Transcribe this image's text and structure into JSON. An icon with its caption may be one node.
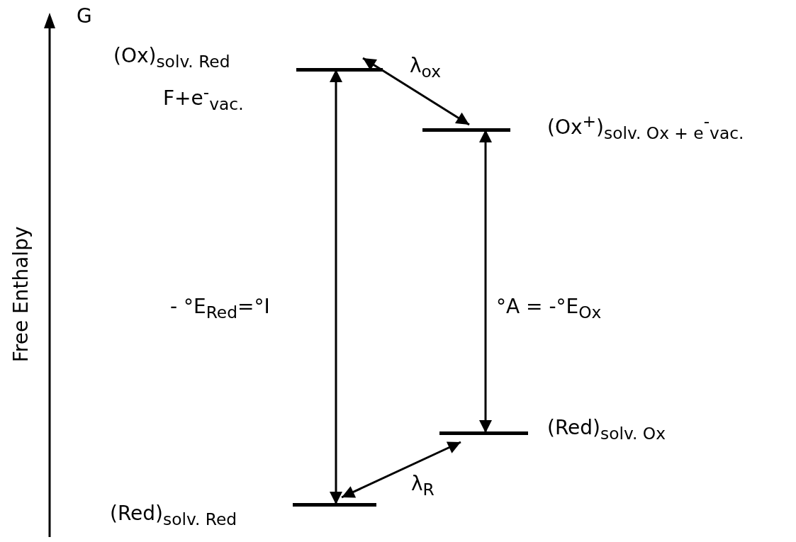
{
  "diagram": {
    "nodes": [
      {
        "text": [
          "(Ox)$_{solv. Red}$",
          "F+e$^{-}$$_{vac.}$"
        ]
      },
      {
        "text": [
          "(Ox$^{+}$)$_{solv. Ox + e}$$^{-}$$_{vac.}$"
        ]
      },
      {
        "text": [
          "(Red)$_{solv. Ox}$"
        ]
      },
      {
        "text": [
          "(Red)$_{solv. Red}$"
        ]
      }
    ],
    "edges": [
      {
        "from": 0,
        "to": 1,
        "arrow": "both",
        "label": "λ$_{ox}$"
      },
      {
        "from": 3,
        "to": 0,
        "arrow": "both",
        "label": "- °E$_{Red}$=°I"
      },
      {
        "from": 2,
        "to": 1,
        "arrow": "both",
        "label": "°A = -°E$_{Ox}$"
      },
      {
        "from": 3,
        "to": 2,
        "arrow": "both",
        "label": "λ$_{R}$"
      }
    ],
    "labels": [
      "G",
      "Free Enthalpy"
    ]
  }
}
